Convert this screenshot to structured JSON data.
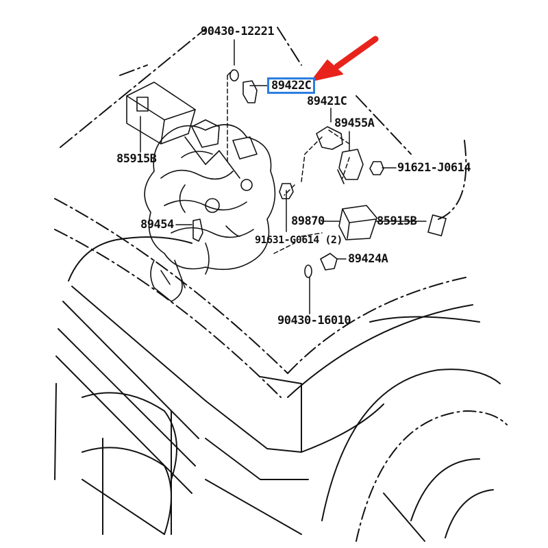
{
  "colors": {
    "highlight": "#2a7de0",
    "arrow": "#e8231c",
    "line": "#111111"
  },
  "labels": {
    "p90430_12221": "90430-12221",
    "p89422c": "89422C",
    "p89421c": "89421C",
    "p89455a": "89455A",
    "p85915b_left": "85915B",
    "p91621_j0614": "91621-J0614",
    "p89454": "89454",
    "p89870": "89870",
    "p85915b_right": "85915B",
    "p91631_g0614": "91631-G0614 (2)",
    "p89424a": "89424A",
    "p90430_16010": "90430-16010"
  }
}
